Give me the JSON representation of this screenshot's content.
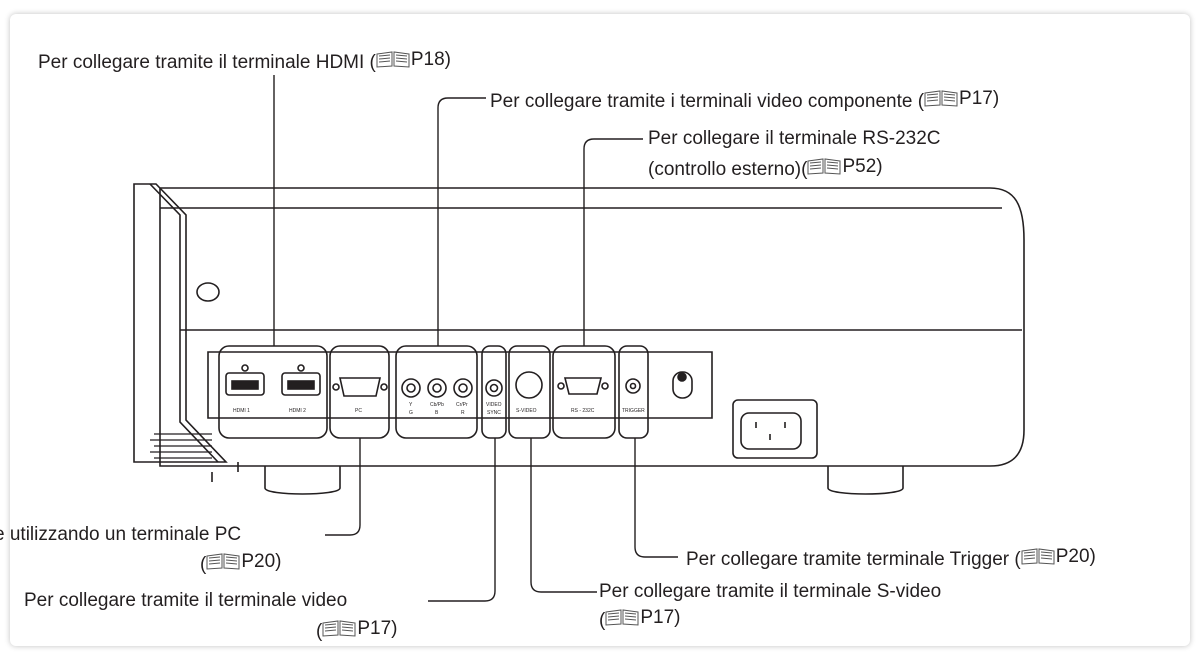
{
  "callouts": {
    "hdmi": {
      "text": "Per collegare tramite il terminale HDMI (",
      "ref": "P18)"
    },
    "component": {
      "text": "Per collegare tramite i terminali video componente (",
      "ref": "P17)"
    },
    "rs232_line1": {
      "text": "Per collegare il terminale RS-232C"
    },
    "rs232_line2": {
      "text": "(controllo esterno)(",
      "ref": "P52)"
    },
    "pc_line1": {
      "text": "e utilizzando un terminale PC"
    },
    "pc_line2": {
      "text": "(",
      "ref": "P20)"
    },
    "trigger": {
      "text": "Per collegare tramite terminale Trigger (",
      "ref": "P20)"
    },
    "video_line1": {
      "text": "Per collegare tramite il terminale video"
    },
    "video_line2": {
      "text": "(",
      "ref": "P17)"
    },
    "svideo_line1": {
      "text": "Per collegare tramite il terminale S-video"
    },
    "svideo_line2": {
      "text": "(",
      "ref": "P17)"
    }
  },
  "panel_labels": {
    "hdmi1": "HDMI 1",
    "hdmi2": "HDMI 2",
    "pc": "PC",
    "y": "Y",
    "g": "G",
    "cb": "Cb/Pb",
    "b": "B",
    "cr": "Cr/Pr",
    "r": "R",
    "video": "VIDEO",
    "sync": "SYNC",
    "svideo": "S-VIDEO",
    "rs232": "RS - 232C",
    "trigger": "TRIGGER"
  },
  "icons": {
    "reference": "book-reference-icon"
  }
}
